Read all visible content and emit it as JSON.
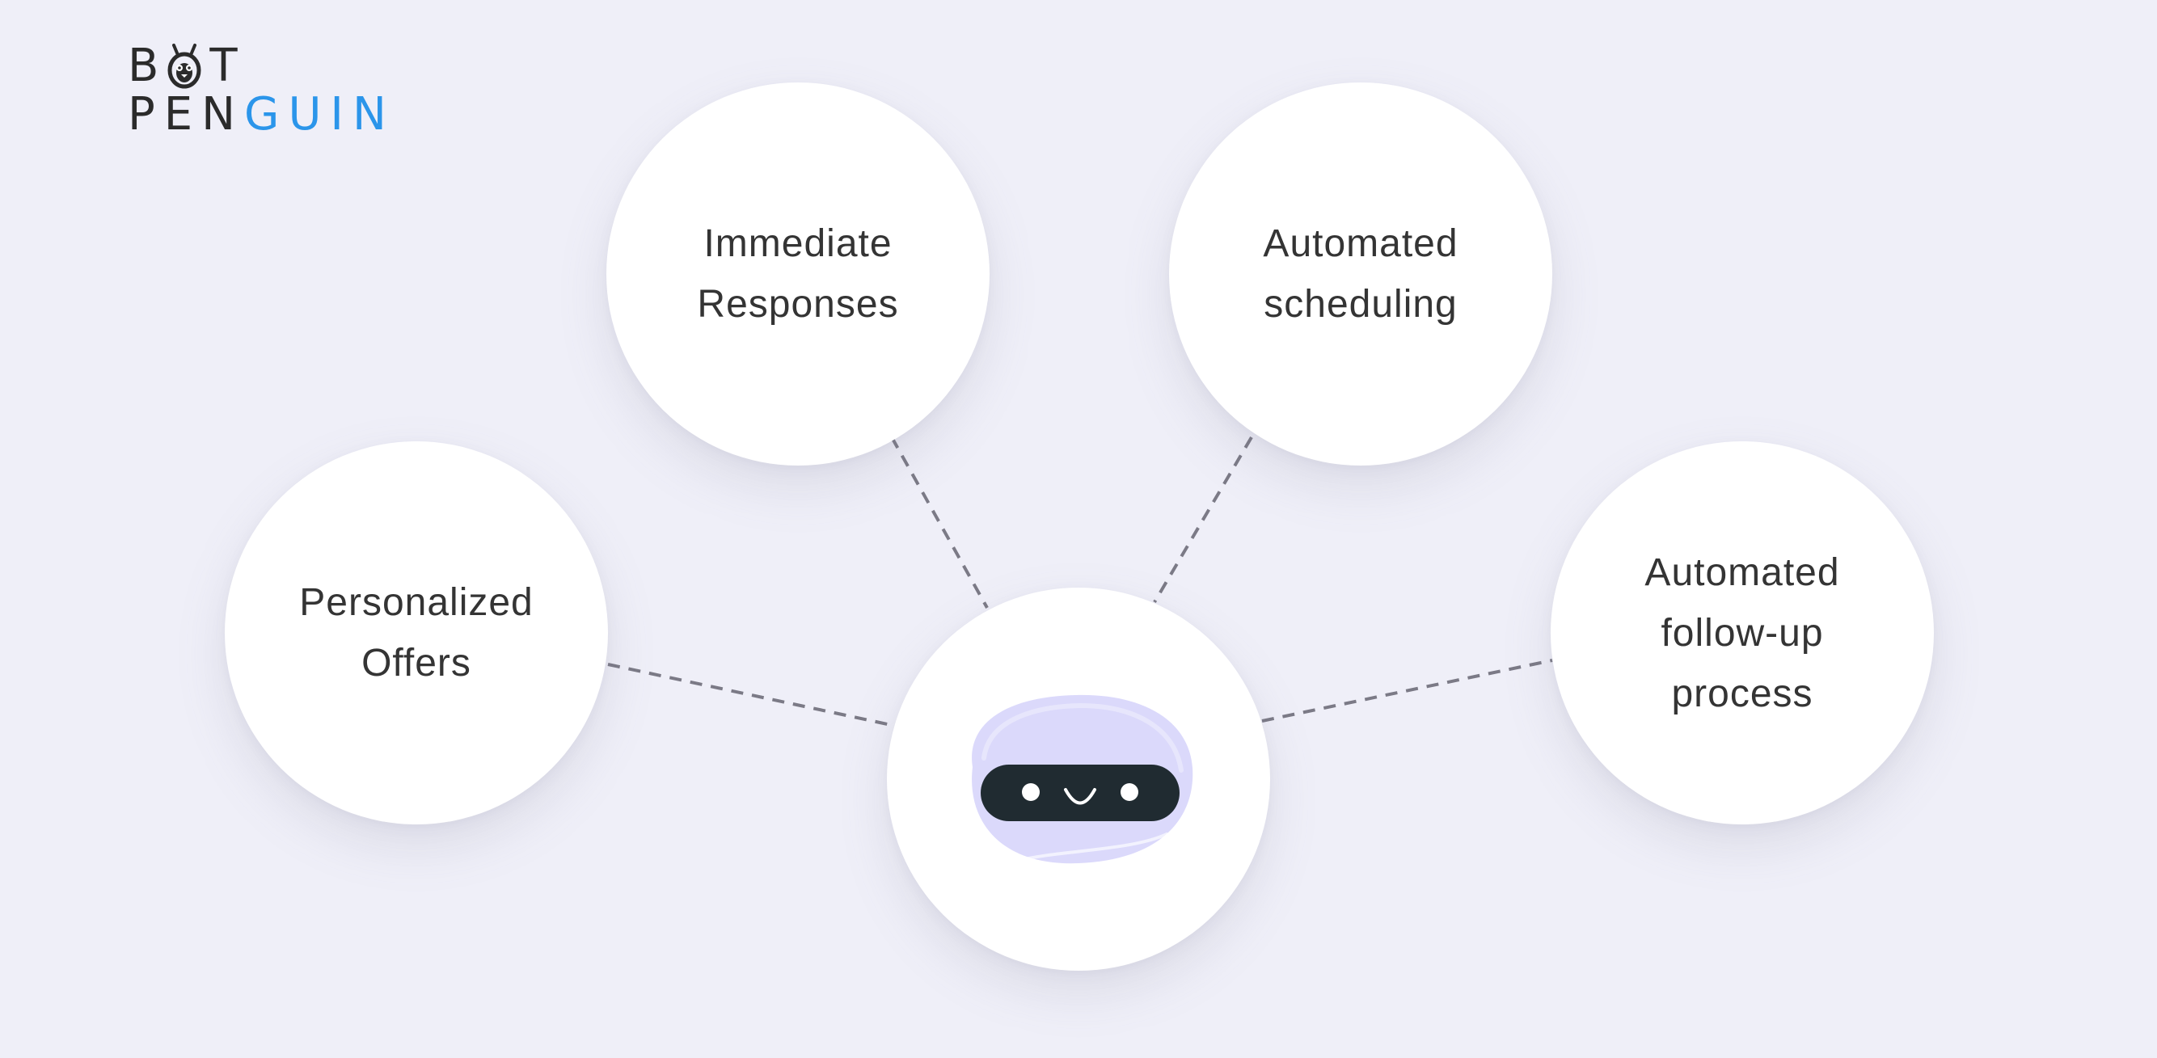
{
  "logo": {
    "top": [
      "B",
      "T"
    ],
    "bottom_dark": "PEN",
    "bottom_highlight": "GUIN",
    "mascot_icon": "penguin-o-icon"
  },
  "diagram": {
    "nodes": [
      {
        "id": "immediate-responses",
        "lines": [
          "Immediate",
          "Responses"
        ]
      },
      {
        "id": "automated-scheduling",
        "lines": [
          "Automated",
          "scheduling"
        ]
      },
      {
        "id": "personalized-offers",
        "lines": [
          "Personalized",
          "Offers"
        ]
      },
      {
        "id": "automated-follow-up-process",
        "lines": [
          "Automated",
          "follow-up",
          "process"
        ]
      }
    ],
    "center_icon": "smiling-bot-icon"
  },
  "colors": {
    "background": "#efeff8",
    "circle_fill": "#ffffff",
    "connector": "#7b7a86",
    "text": "#343434",
    "logo_dark": "#2b2b2b",
    "logo_highlight": "#2b95ea",
    "bot_head": "#dbd9fb",
    "bot_visor": "#202b31"
  }
}
